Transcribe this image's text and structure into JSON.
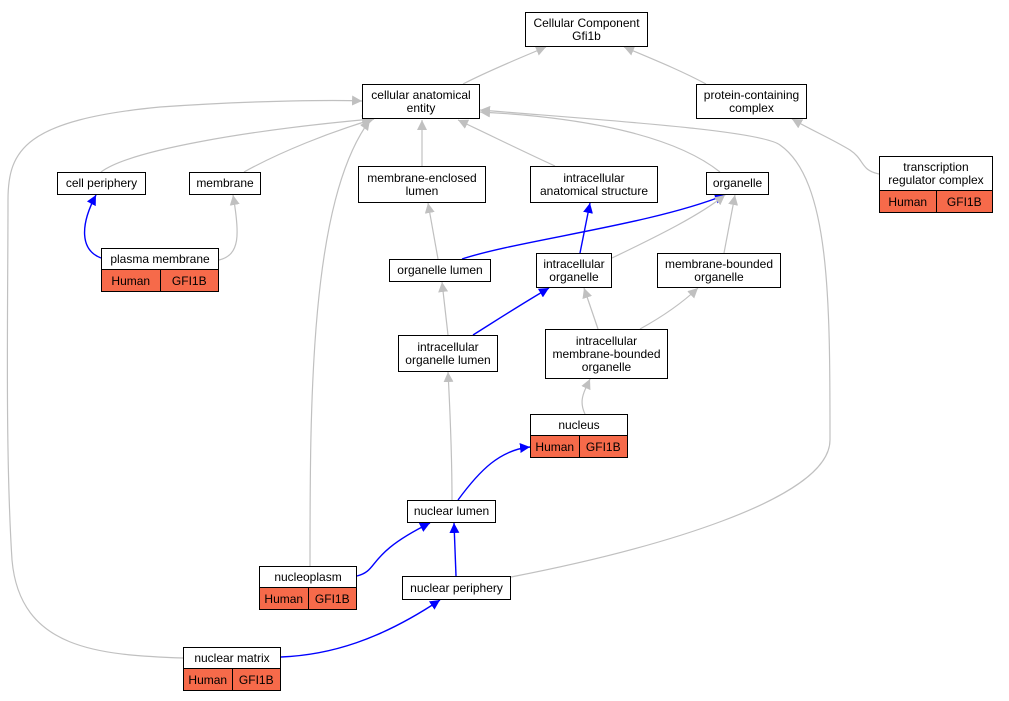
{
  "colors": {
    "gray_edge": "#c0c0c0",
    "blue_edge": "#0000ff",
    "annotation_fill": "#f66a4a"
  },
  "nodes": {
    "root": "Cellular Component\nGfi1b",
    "cae": "cellular anatomical\nentity",
    "pcc": "protein-containing\ncomplex",
    "cellper": "cell periphery",
    "membrane": "membrane",
    "mel": "membrane-enclosed\nlumen",
    "ias": "intracellular\nanatomical structure",
    "organelle": "organelle",
    "ol": "organelle lumen",
    "io": "intracellular\norganelle",
    "mbo": "membrane-bounded\norganelle",
    "iol": "intracellular\norganelle lumen",
    "imbo": "intracellular\nmembrane-bounded\norganelle",
    "nl": "nuclear lumen",
    "np": "nuclear periphery"
  },
  "annotated_nodes": {
    "pm": {
      "label": "plasma membrane",
      "species": "Human",
      "gene": "GFI1B"
    },
    "trc": {
      "label": "transcription\nregulator complex",
      "species": "Human",
      "gene": "GFI1B"
    },
    "nucleus": {
      "label": "nucleus",
      "species": "Human",
      "gene": "GFI1B"
    },
    "nucleoplasm": {
      "label": "nucleoplasm",
      "species": "Human",
      "gene": "GFI1B"
    },
    "nm": {
      "label": "nuclear matrix",
      "species": "Human",
      "gene": "GFI1B"
    }
  },
  "edges": [
    {
      "from": "cae",
      "to": "root",
      "type": "gray"
    },
    {
      "from": "pcc",
      "to": "root",
      "type": "gray"
    },
    {
      "from": "cellper",
      "to": "cae",
      "type": "gray"
    },
    {
      "from": "membrane",
      "to": "cae",
      "type": "gray"
    },
    {
      "from": "mel",
      "to": "cae",
      "type": "gray"
    },
    {
      "from": "ias",
      "to": "cae",
      "type": "gray"
    },
    {
      "from": "organelle",
      "to": "cae",
      "type": "gray"
    },
    {
      "from": "nucleoplasm",
      "to": "cae",
      "type": "gray"
    },
    {
      "from": "np",
      "to": "cae",
      "type": "gray"
    },
    {
      "from": "nm",
      "to": "cae",
      "type": "gray"
    },
    {
      "from": "trc",
      "to": "pcc",
      "type": "gray"
    },
    {
      "from": "pm",
      "to": "cellper",
      "type": "blue"
    },
    {
      "from": "pm",
      "to": "membrane",
      "type": "gray"
    },
    {
      "from": "ol",
      "to": "mel",
      "type": "gray"
    },
    {
      "from": "ol",
      "to": "organelle",
      "type": "blue"
    },
    {
      "from": "io",
      "to": "ias",
      "type": "blue"
    },
    {
      "from": "io",
      "to": "organelle",
      "type": "gray"
    },
    {
      "from": "mbo",
      "to": "organelle",
      "type": "gray"
    },
    {
      "from": "iol",
      "to": "ol",
      "type": "gray"
    },
    {
      "from": "iol",
      "to": "io",
      "type": "blue"
    },
    {
      "from": "imbo",
      "to": "io",
      "type": "gray"
    },
    {
      "from": "imbo",
      "to": "mbo",
      "type": "gray"
    },
    {
      "from": "nucleus",
      "to": "imbo",
      "type": "gray"
    },
    {
      "from": "nl",
      "to": "iol",
      "type": "gray"
    },
    {
      "from": "nl",
      "to": "nucleus",
      "type": "blue"
    },
    {
      "from": "nucleoplasm",
      "to": "nl",
      "type": "blue"
    },
    {
      "from": "np",
      "to": "nl",
      "type": "blue"
    },
    {
      "from": "nm",
      "to": "np",
      "type": "blue"
    }
  ]
}
